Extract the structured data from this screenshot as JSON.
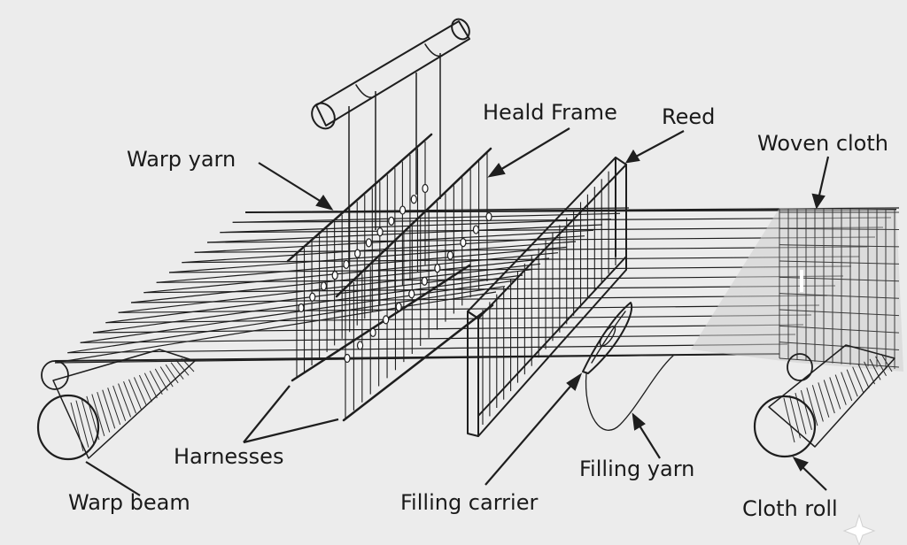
{
  "labels": {
    "heald_frame": "Heald Frame",
    "reed": "Reed",
    "warp_yarn": "Warp yarn",
    "woven_cloth": "Woven cloth",
    "harnesses": "Harnesses",
    "warp_beam": "Warp beam",
    "filling_carrier": "Filling carrier",
    "filling_yarn": "Filling yarn",
    "cloth_roll": "Cloth roll"
  },
  "colors": {
    "ink": "#1e1e1e",
    "background": "#ececec",
    "cloth": "#c9c9c9"
  },
  "icons": {
    "corner_mark": "sparkle-icon"
  }
}
